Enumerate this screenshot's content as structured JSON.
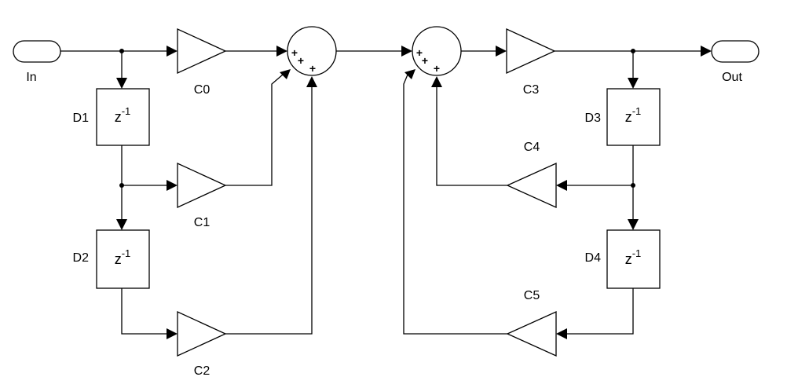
{
  "ports": {
    "input": "In",
    "output": "Out"
  },
  "gains": {
    "c0": "C0",
    "c1": "C1",
    "c2": "C2",
    "c3": "C3",
    "c4": "C4",
    "c5": "C5"
  },
  "delays": {
    "d1": "D1",
    "d2": "D2",
    "d3": "D3",
    "d4": "D4",
    "operator_base": "z",
    "operator_exponent": "-1"
  },
  "sums": {
    "sum1_signs": [
      "+",
      "+",
      "+"
    ],
    "sum2_signs": [
      "+",
      "+",
      "+"
    ]
  }
}
